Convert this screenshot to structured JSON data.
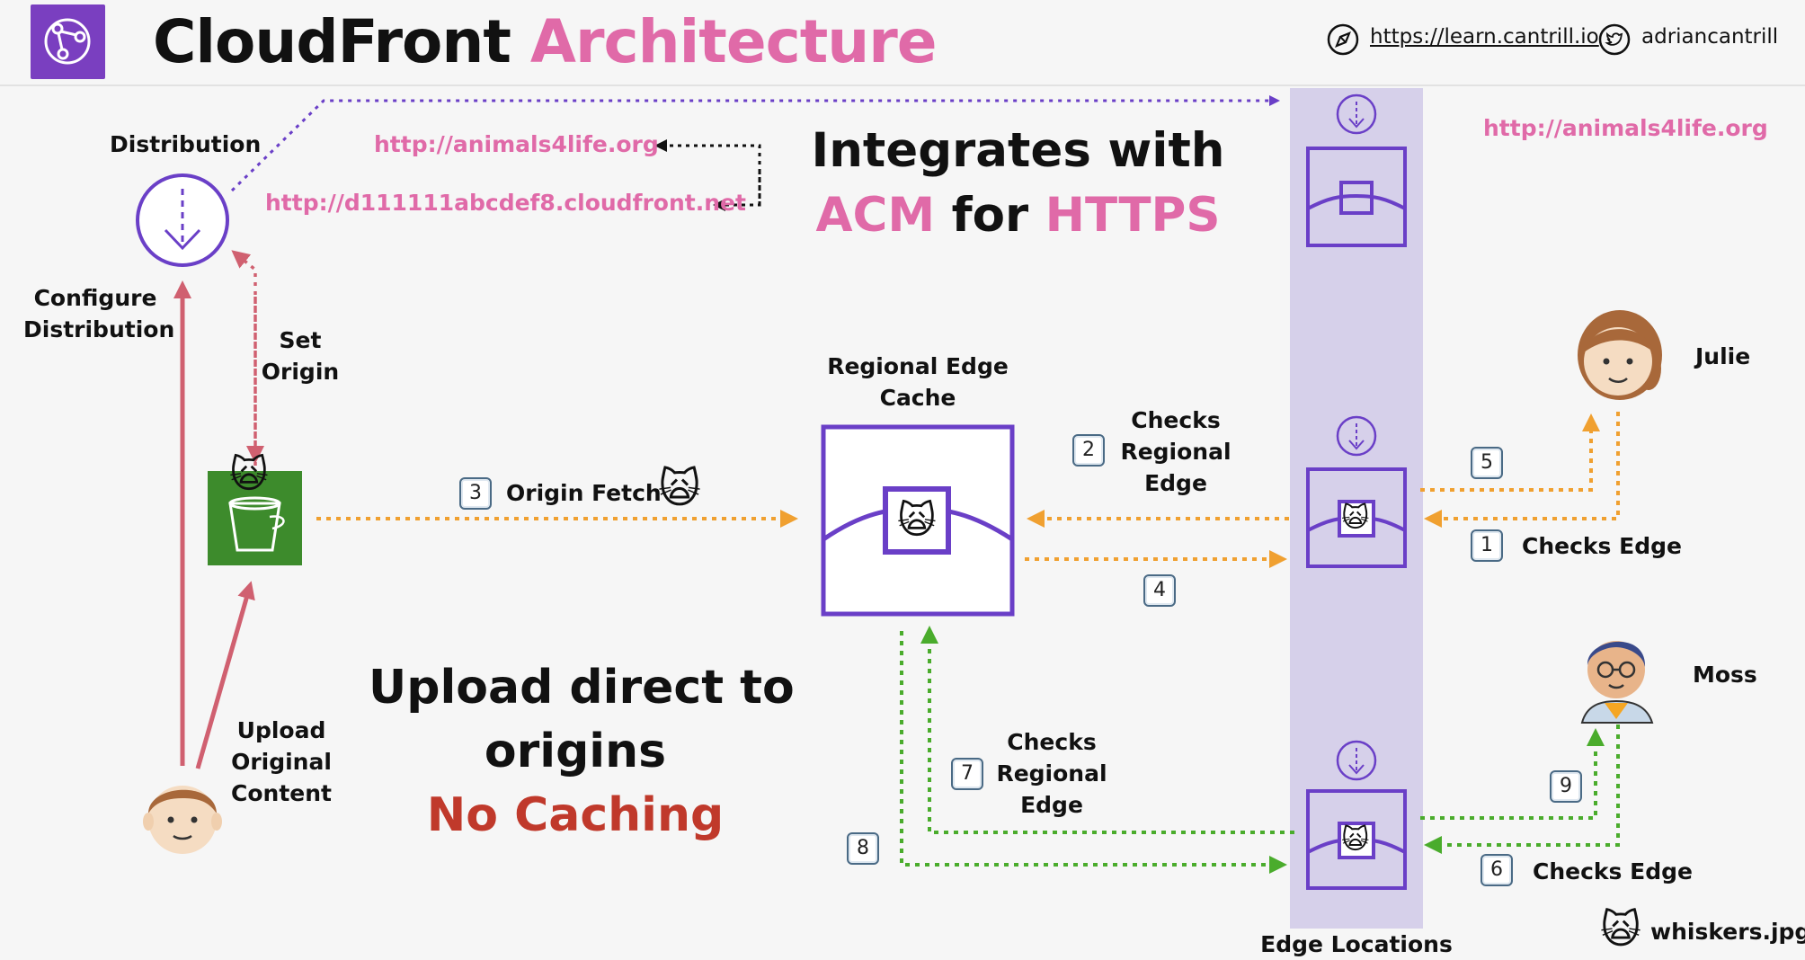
{
  "header": {
    "title_part1": "CloudFront",
    "title_part2": "Architecture",
    "website": "https://learn.cantrill.io",
    "twitter": "adriancantrill",
    "logo_icon": "cloudfront-logo-icon",
    "website_icon": "compass-icon",
    "twitter_icon": "twitter-bird-icon"
  },
  "distribution": {
    "label": "Distribution",
    "configure_label_line1": "Configure",
    "configure_label_line2": "Distribution",
    "set_origin_line1": "Set",
    "set_origin_line2": "Origin"
  },
  "urls": {
    "custom_domain": "http://animals4life.org",
    "cloudfront_domain": "http://d111111abcdef8.cloudfront.net",
    "custom_domain_right": "http://animals4life.org"
  },
  "acm_callout": {
    "line1": "Integrates with",
    "acm": "ACM",
    "for": "for",
    "https": "HTTPS"
  },
  "regional_cache": {
    "label_line1": "Regional Edge",
    "label_line2": "Cache"
  },
  "steps": {
    "s1": "1",
    "s1_label": "Checks Edge",
    "s2": "2",
    "s2_line1": "Checks",
    "s2_line2": "Regional",
    "s2_line3": "Edge",
    "s3": "3",
    "s3_label": "Origin Fetch",
    "s4": "4",
    "s5": "5",
    "s6": "6",
    "s6_label": "Checks Edge",
    "s7": "7",
    "s7_line1": "Checks",
    "s7_line2": "Regional",
    "s7_line3": "Edge",
    "s8": "8",
    "s9": "9"
  },
  "users": {
    "julie": "Julie",
    "moss": "Moss"
  },
  "upload": {
    "line1": "Upload",
    "line2": "Original",
    "line3": "Content"
  },
  "upload_direct": {
    "line1": "Upload direct to",
    "line2": "origins",
    "line3": "No Caching"
  },
  "edge_locations_label": "Edge Locations",
  "object": {
    "name": "whiskers.jpg",
    "icon": "cat-face-icon"
  },
  "colors": {
    "purple": "#6a3fc7",
    "pink": "#e06aa8",
    "orange": "#f0a030",
    "green": "#4aac2c",
    "red_arrow": "#d06070",
    "s3_green": "#3d8b2c",
    "no_caching_red": "#c0392b"
  }
}
